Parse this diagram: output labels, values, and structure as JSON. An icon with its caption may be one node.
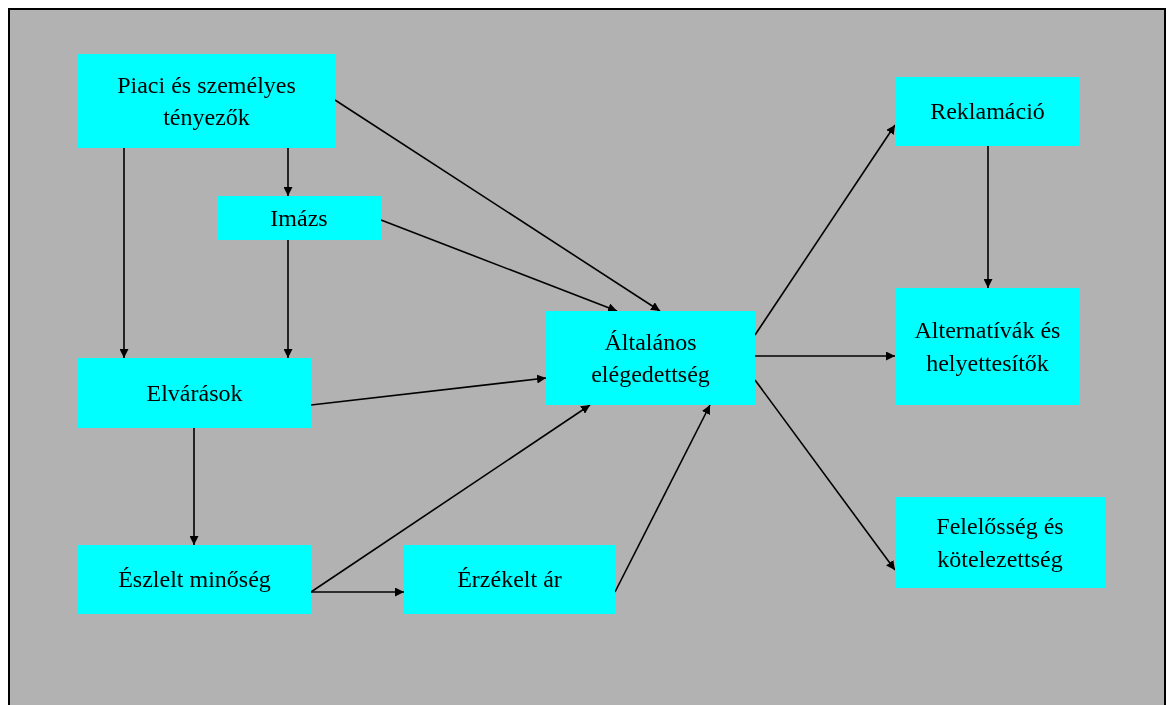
{
  "diagram": {
    "nodes": [
      {
        "text": [
          "Piaci és személyes tényezők"
        ]
      },
      {
        "text": [
          "Imázs"
        ]
      },
      {
        "text": [
          "Elvárások"
        ]
      },
      {
        "text": [
          "Általános elégedettség"
        ]
      },
      {
        "text": [
          "Észlelt minőség"
        ]
      },
      {
        "text": [
          "Érzékelt ár"
        ]
      },
      {
        "text": [
          "Reklamáció"
        ]
      },
      {
        "text": [
          "Alternatívák és helyettesítők"
        ]
      },
      {
        "text": [
          "Felelősség és kötelezettség"
        ]
      }
    ],
    "edges": [
      {
        "from": 0,
        "to": 1,
        "arrow": "to"
      },
      {
        "from": 0,
        "to": 2,
        "arrow": "to"
      },
      {
        "from": 0,
        "to": 3,
        "arrow": "to"
      },
      {
        "from": 1,
        "to": 2,
        "arrow": "to"
      },
      {
        "from": 1,
        "to": 3,
        "arrow": "to"
      },
      {
        "from": 2,
        "to": 3,
        "arrow": "to"
      },
      {
        "from": 2,
        "to": 4,
        "arrow": "to"
      },
      {
        "from": 4,
        "to": 3,
        "arrow": "to"
      },
      {
        "from": 4,
        "to": 5,
        "arrow": "to"
      },
      {
        "from": 5,
        "to": 3,
        "arrow": "to"
      },
      {
        "from": 3,
        "to": 6,
        "arrow": "to"
      },
      {
        "from": 6,
        "to": 7,
        "arrow": "to"
      },
      {
        "from": 3,
        "to": 7,
        "arrow": "to"
      },
      {
        "from": 3,
        "to": 8,
        "arrow": "to"
      }
    ]
  }
}
